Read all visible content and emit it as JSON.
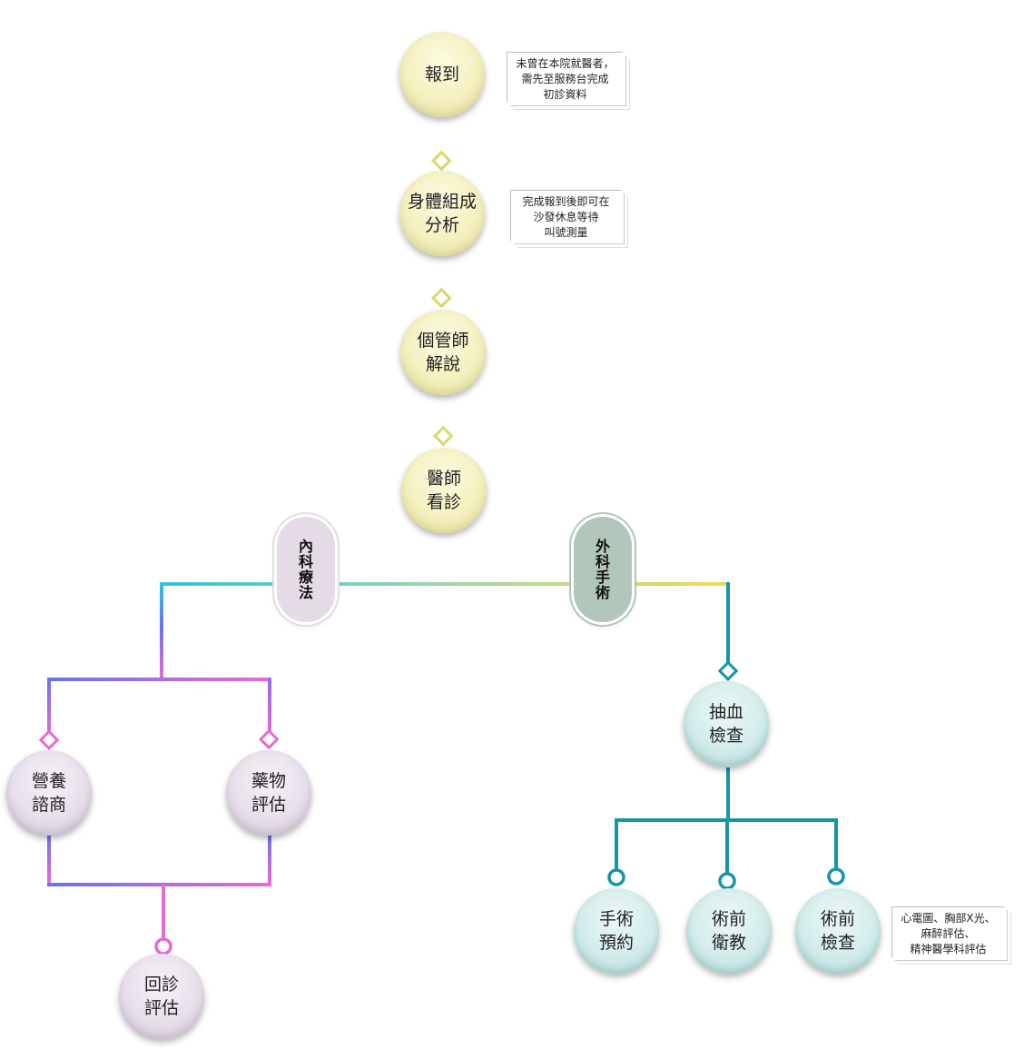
{
  "nodes": {
    "checkin": {
      "line1": "報到",
      "line2": ""
    },
    "body_composition": {
      "line1": "身體組成",
      "line2": "分析"
    },
    "case_manager": {
      "line1": "個管師",
      "line2": "解說"
    },
    "doctor_visit": {
      "line1": "醫師",
      "line2": "看診"
    },
    "nutrition": {
      "line1": "營養",
      "line2": "諮商"
    },
    "drug_eval": {
      "line1": "藥物",
      "line2": "評估"
    },
    "followup": {
      "line1": "回診",
      "line2": "評估"
    },
    "blood_test": {
      "line1": "抽血",
      "line2": "檢查"
    },
    "surgery_booking": {
      "line1": "手術",
      "line2": "預約"
    },
    "preop_education": {
      "line1": "術前",
      "line2": "衛教"
    },
    "preop_exam": {
      "line1": "術前",
      "line2": "檢查"
    }
  },
  "branches": {
    "internal": {
      "chars": [
        "內",
        "科",
        "療",
        "法"
      ]
    },
    "surgical": {
      "chars": [
        "外",
        "科",
        "手",
        "術"
      ]
    }
  },
  "notes": {
    "checkin_note": [
      "未曾在本院就醫者，",
      "需先至服務台完成",
      "初診資料"
    ],
    "body_note": [
      "完成報到後即可在",
      "沙發休息等待",
      "叫號測量"
    ],
    "preop_note": [
      "心電圖、胸部X光、",
      "麻醉評估、",
      "精神醫學科評估"
    ]
  },
  "colors": {
    "teal_line": "#1496a8",
    "cyan": "#2ec4dc",
    "yellow_green": "#d6d96a",
    "pink": "#e86ad0",
    "blue_violet": "#6b72f0",
    "node_yellow": "#f4f0bf",
    "node_lilac": "#e7dfea",
    "node_teal": "#d2eceb"
  }
}
